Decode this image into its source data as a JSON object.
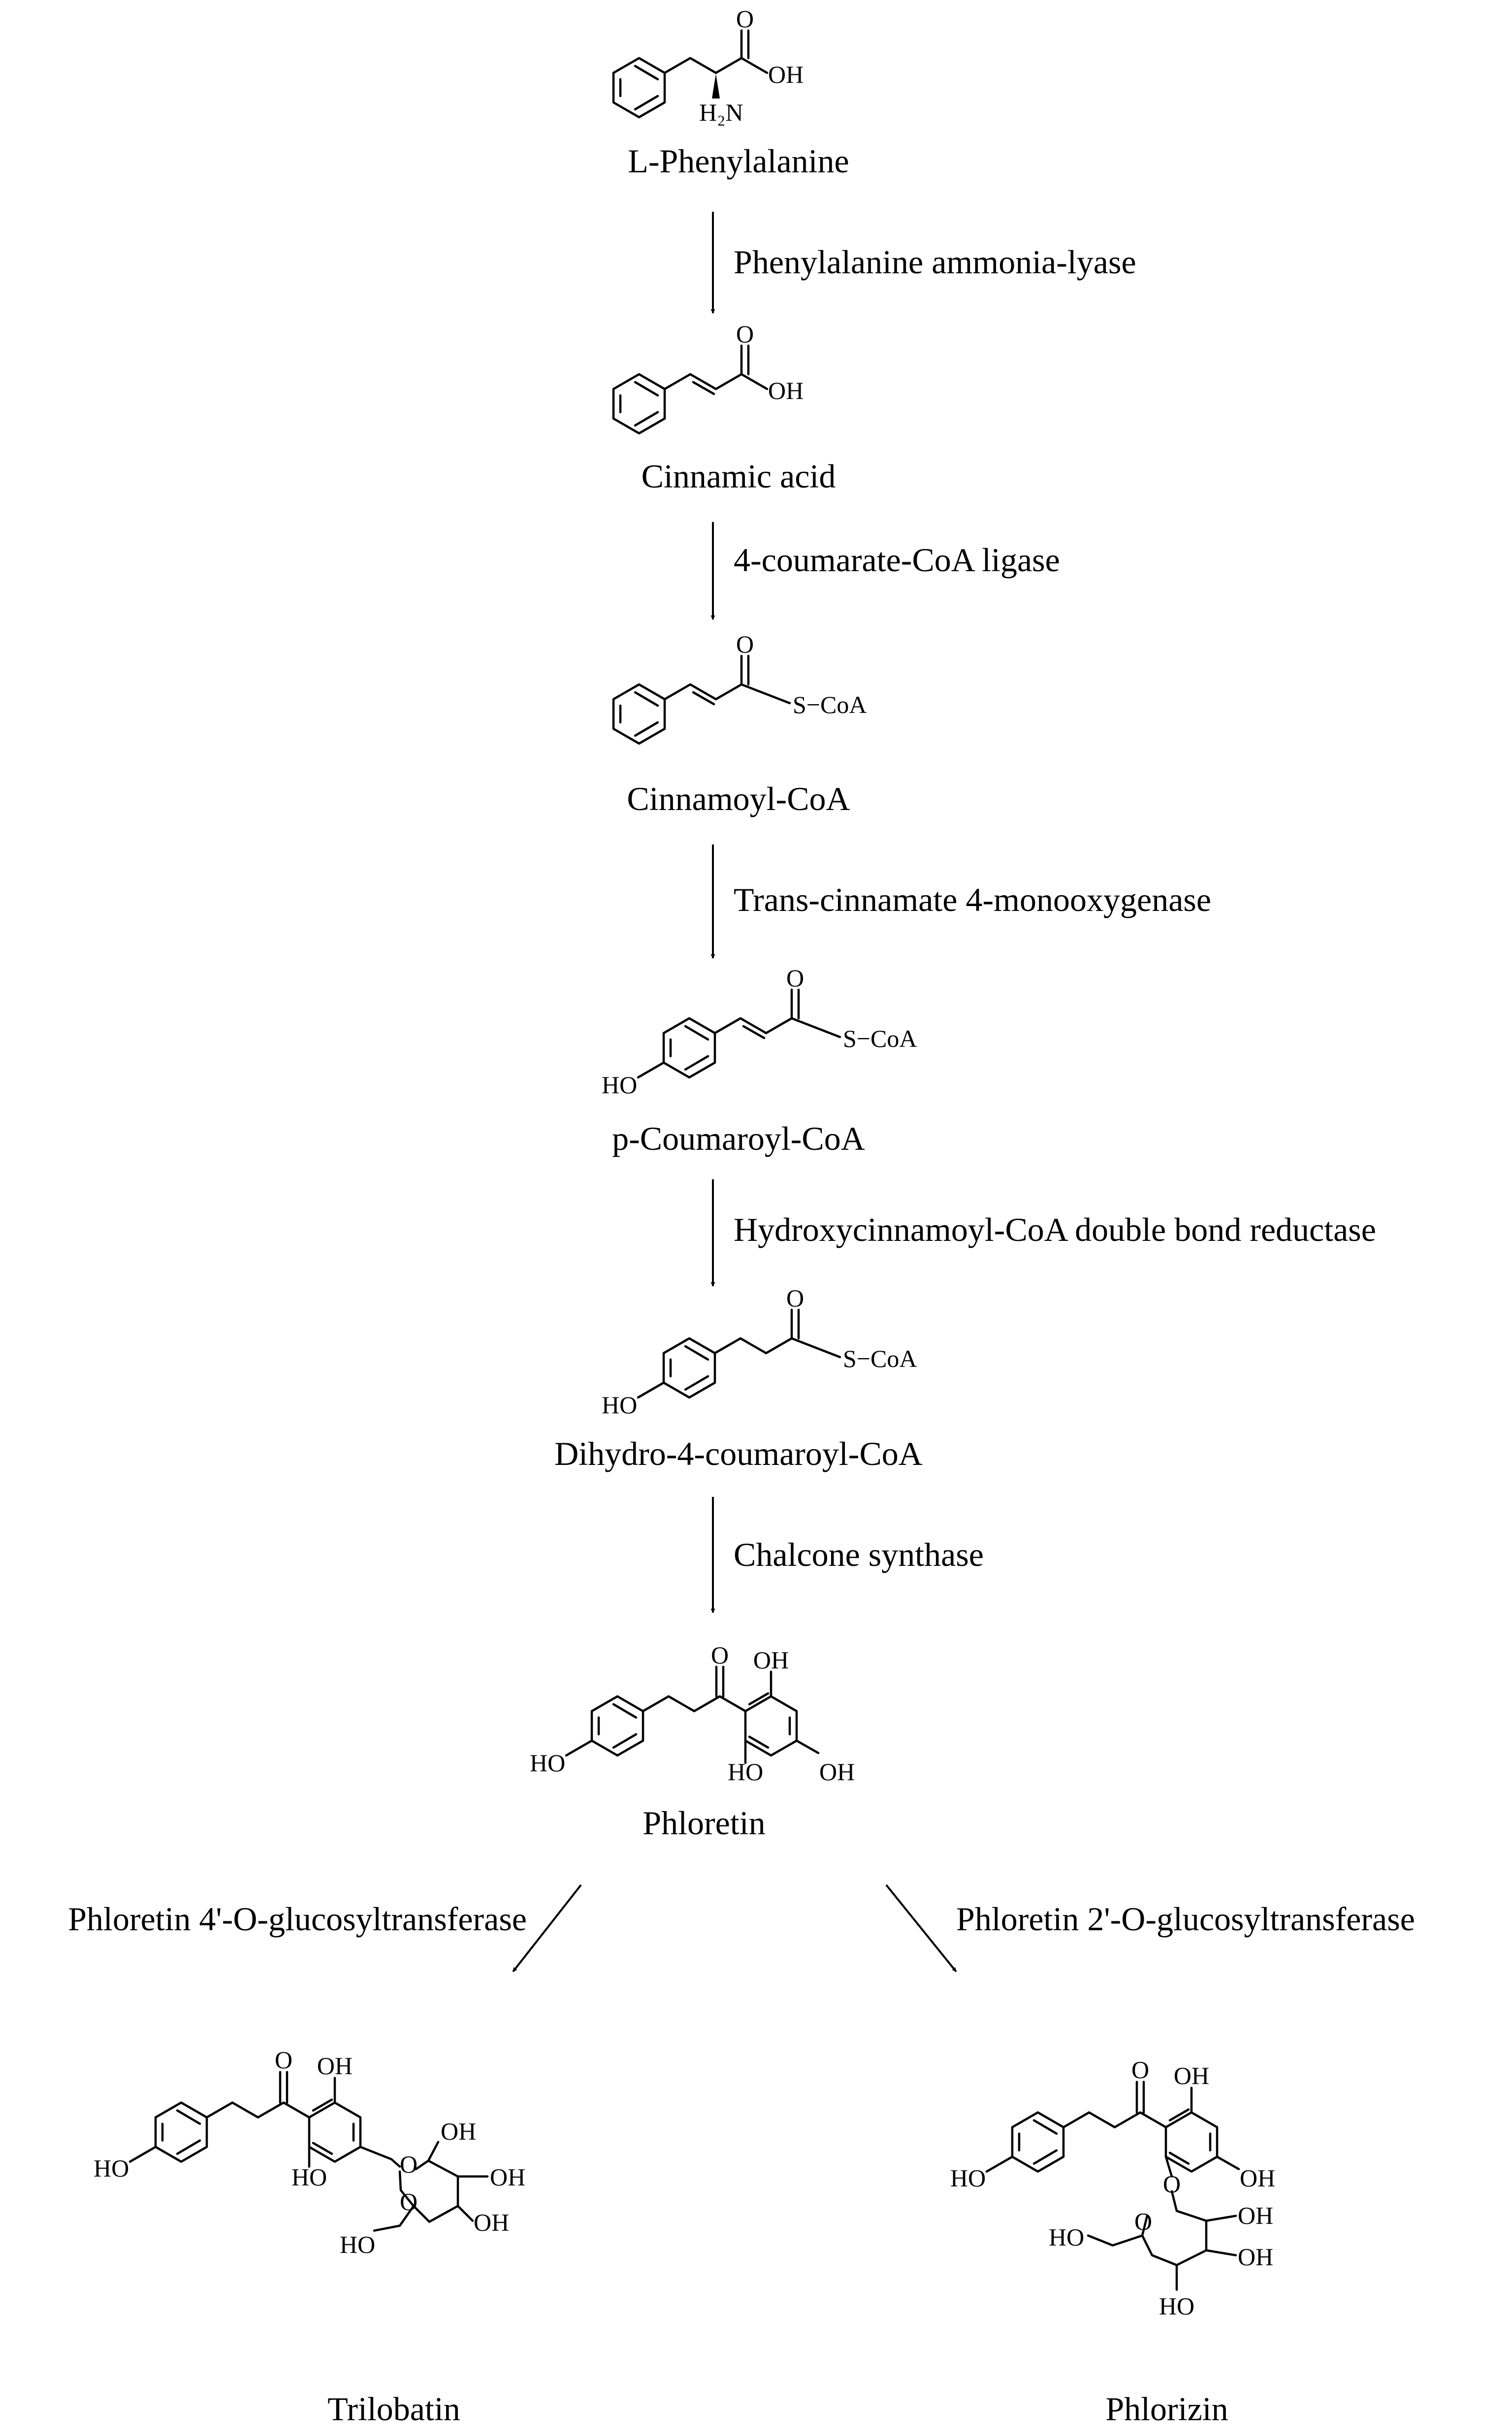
{
  "compounds": {
    "phenylalanine": "L-Phenylalanine",
    "cinnamic_acid": "Cinnamic acid",
    "cinnamoyl_coa": "Cinnamoyl-CoA",
    "p_coumaroyl_coa": "p-Coumaroyl-CoA",
    "dihydro_coumaroyl_coa": "Dihydro-4-coumaroyl-CoA",
    "phloretin": "Phloretin",
    "trilobatin": "Trilobatin",
    "phlorizin": "Phlorizin"
  },
  "enzymes": {
    "pal": "Phenylalanine ammonia-lyase",
    "fourcl": "4-coumarate-CoA ligase",
    "c4h": "Trans-cinnamate 4-monooxygenase",
    "hcdbr": "Hydroxycinnamoyl-CoA double bond reductase",
    "chs": "Chalcone synthase",
    "p4gt": "Phloretin 4'-O-glucosyltransferase",
    "p2gt": "Phloretin 2'-O-glucosyltransferase"
  },
  "atoms": {
    "o": "O",
    "oh": "OH",
    "ho": "HO",
    "h2n": "H₂N",
    "s_coa": "S−CoA"
  }
}
